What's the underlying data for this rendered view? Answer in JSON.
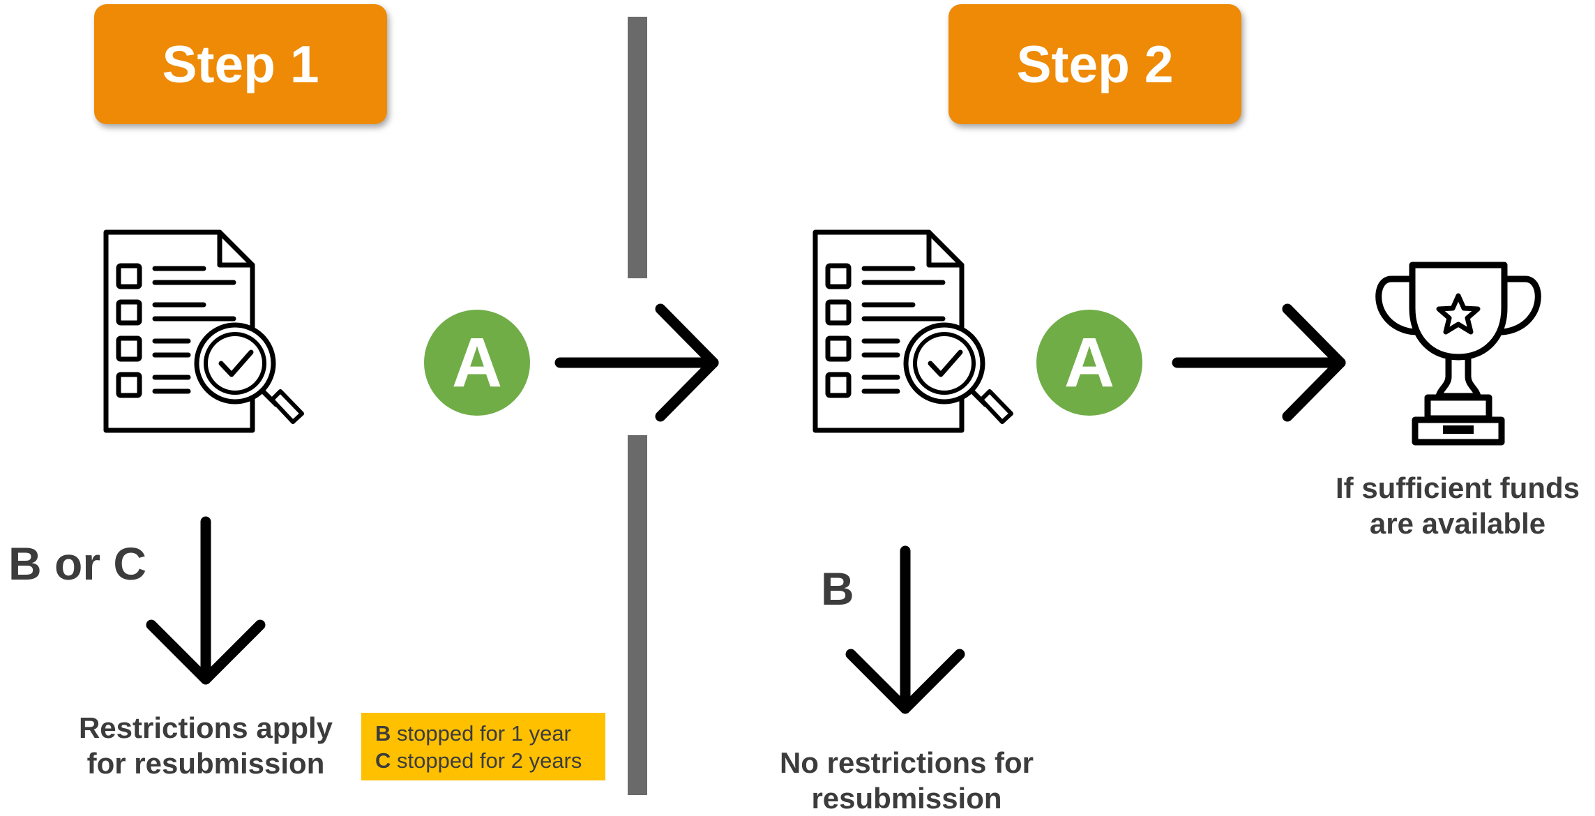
{
  "step1": {
    "title": "Step 1",
    "grade": "A",
    "fail_label": "B or C",
    "caption_line1": "Restrictions apply",
    "caption_line2": "for resubmission",
    "note": [
      {
        "grade": "B",
        "text": " stopped for 1 year"
      },
      {
        "grade": "C",
        "text": " stopped for 2 years"
      }
    ]
  },
  "step2": {
    "title": "Step 2",
    "grade": "A",
    "fail_label": "B",
    "caption_line1": "No restrictions for",
    "caption_line2": "resubmission",
    "success_line1": "If sufficient funds",
    "success_line2": "are available"
  },
  "colors": {
    "step_box": "#EE8A06",
    "grade_circle": "#70AD47",
    "note_box": "#FFC000",
    "divider": "#6a6a6a",
    "text": "#3c3c3c"
  },
  "icons": [
    "document-checklist-icon",
    "magnifier-check-icon",
    "trophy-icon",
    "arrow-right-icon",
    "arrow-down-icon"
  ]
}
